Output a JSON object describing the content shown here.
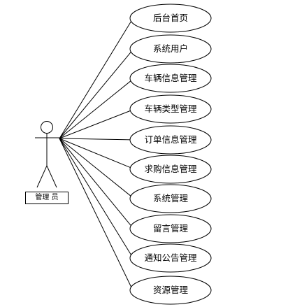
{
  "actor": {
    "label": "管理 员"
  },
  "use_cases": [
    {
      "label": "后台首页"
    },
    {
      "label": "系统用户"
    },
    {
      "label": "车辆信息管理"
    },
    {
      "label": "车辆类型管理"
    },
    {
      "label": "订单信息管理"
    },
    {
      "label": "求购信息管理"
    },
    {
      "label": "系统管理"
    },
    {
      "label": "留言管理"
    },
    {
      "label": "通知公告管理"
    },
    {
      "label": "资源管理"
    }
  ]
}
